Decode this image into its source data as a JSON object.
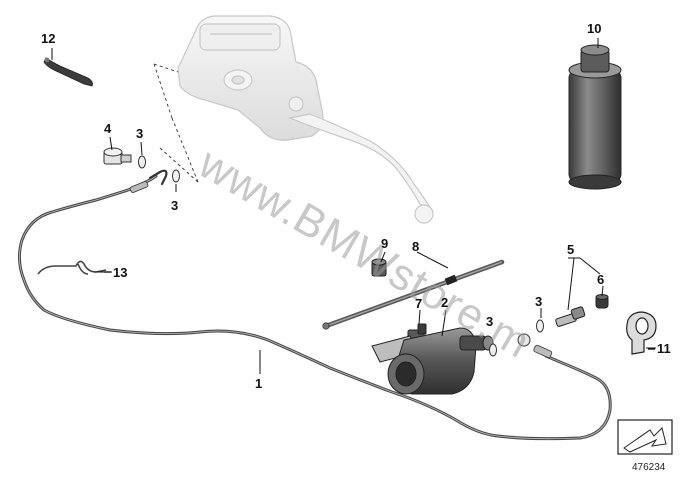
{
  "callouts": {
    "c1": "1",
    "c2": "2",
    "c3a": "3",
    "c3b": "3",
    "c3c": "3",
    "c3d": "3",
    "c4": "4",
    "c5": "5",
    "c6": "6",
    "c7": "7",
    "c8": "8",
    "c9": "9",
    "c10": "10",
    "c11": "11",
    "c12": "12",
    "c13": "13"
  },
  "watermark": "www.BMWstore.m",
  "diagram_id": "476234",
  "colors": {
    "part_fill": "#e9e9e9",
    "part_stroke": "#555555",
    "hose": "#4a4a4a",
    "master_cylinder": "#f2f2f2",
    "reservoir_dark": "#555555",
    "watermark": "#9a9a9a"
  }
}
